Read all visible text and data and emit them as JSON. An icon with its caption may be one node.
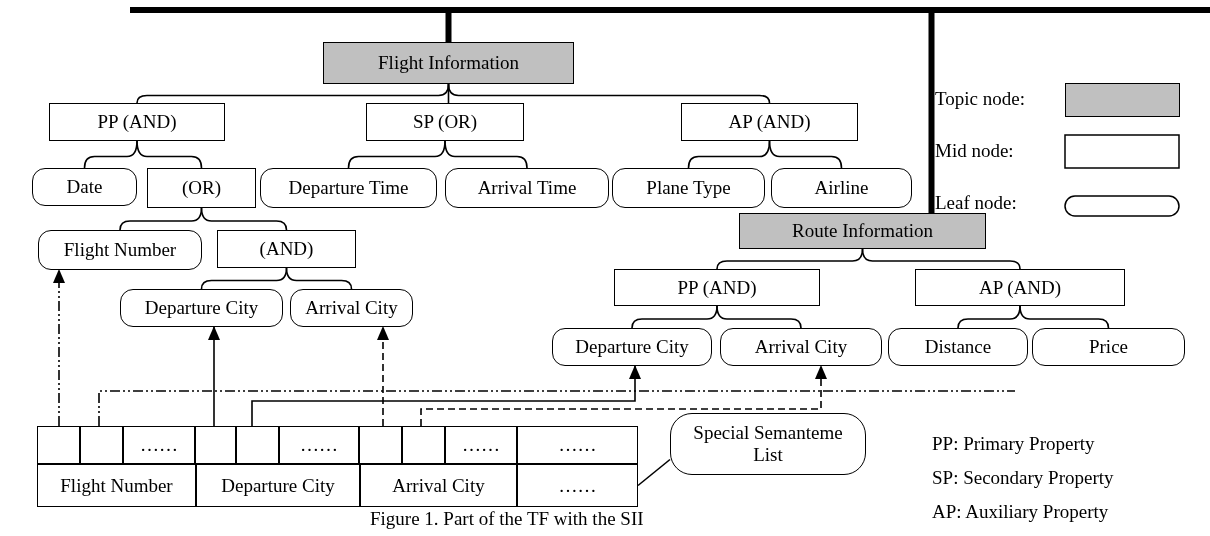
{
  "diagram": {
    "caption": "Figure 1. Part of the TF with the SII",
    "nodes": [
      {
        "text": [
          "Flight Information"
        ]
      },
      {
        "text": [
          "PP (AND)"
        ]
      },
      {
        "text": [
          "SP (OR)"
        ]
      },
      {
        "text": [
          "AP (AND)"
        ]
      },
      {
        "text": [
          "Date"
        ]
      },
      {
        "text": [
          "(OR)"
        ]
      },
      {
        "text": [
          "Departure Time"
        ]
      },
      {
        "text": [
          "Arrival Time"
        ]
      },
      {
        "text": [
          "Plane Type"
        ]
      },
      {
        "text": [
          "Airline"
        ]
      },
      {
        "text": [
          "Flight Number"
        ]
      },
      {
        "text": [
          "(AND)"
        ]
      },
      {
        "text": [
          "Departure City"
        ]
      },
      {
        "text": [
          "Arrival City"
        ]
      },
      {
        "text": [
          "Route Information"
        ]
      },
      {
        "text": [
          "PP (AND)"
        ]
      },
      {
        "text": [
          "AP (AND)"
        ]
      },
      {
        "text": [
          "Departure City"
        ]
      },
      {
        "text": [
          "Arrival City"
        ]
      },
      {
        "text": [
          "Distance"
        ]
      },
      {
        "text": [
          "Price"
        ]
      },
      {
        "text": [],
        "shape": "box"
      },
      {
        "text": [],
        "shape": "box"
      },
      {
        "text": [
          "……"
        ]
      },
      {
        "text": [],
        "shape": "box"
      },
      {
        "text": [],
        "shape": "box"
      },
      {
        "text": [
          "……"
        ]
      },
      {
        "text": [],
        "shape": "box"
      },
      {
        "text": [],
        "shape": "box"
      },
      {
        "text": [
          "……"
        ]
      },
      {
        "text": [
          "……"
        ]
      },
      {
        "text": [
          "Flight Number"
        ]
      },
      {
        "text": [
          "Departure City"
        ]
      },
      {
        "text": [
          "Arrival City"
        ]
      },
      {
        "text": [
          "……"
        ]
      },
      {
        "text": [
          "Special Semanteme List"
        ]
      },
      {
        "text": [],
        "shape": "bar"
      }
    ],
    "edges": [
      {
        "from": 0,
        "to": 1,
        "arrow": "none"
      },
      {
        "from": 0,
        "to": 2,
        "arrow": "none"
      },
      {
        "from": 0,
        "to": 3,
        "arrow": "none"
      },
      {
        "from": 1,
        "to": 4,
        "arrow": "none"
      },
      {
        "from": 1,
        "to": 5,
        "arrow": "none"
      },
      {
        "from": 2,
        "to": 6,
        "arrow": "none"
      },
      {
        "from": 2,
        "to": 7,
        "arrow": "none"
      },
      {
        "from": 3,
        "to": 8,
        "arrow": "none"
      },
      {
        "from": 3,
        "to": 9,
        "arrow": "none"
      },
      {
        "from": 5,
        "to": 10,
        "arrow": "none"
      },
      {
        "from": 5,
        "to": 11,
        "arrow": "none"
      },
      {
        "from": 11,
        "to": 12,
        "arrow": "none"
      },
      {
        "from": 11,
        "to": 13,
        "arrow": "none"
      },
      {
        "from": 14,
        "to": 15,
        "arrow": "none"
      },
      {
        "from": 14,
        "to": 16,
        "arrow": "none"
      },
      {
        "from": 15,
        "to": 17,
        "arrow": "none"
      },
      {
        "from": 15,
        "to": 18,
        "arrow": "none"
      },
      {
        "from": 16,
        "to": 19,
        "arrow": "none"
      },
      {
        "from": 16,
        "to": 20,
        "arrow": "none"
      },
      {
        "from": 21,
        "to": 10,
        "arrow": "to",
        "style": "dashed"
      },
      {
        "from": 22,
        "to": null,
        "arrow": "none",
        "style": "dashed"
      },
      {
        "from": 24,
        "to": 12,
        "arrow": "to"
      },
      {
        "from": 25,
        "to": 17,
        "arrow": "to"
      },
      {
        "from": 27,
        "to": 13,
        "arrow": "to",
        "style": "dashed"
      },
      {
        "from": 28,
        "to": 18,
        "arrow": "to",
        "style": "dashed"
      },
      {
        "from": 35,
        "to": 34,
        "arrow": "none"
      },
      {
        "from": 36,
        "to": 0,
        "arrow": "none",
        "style": "thick"
      },
      {
        "from": 36,
        "to": 14,
        "arrow": "none",
        "style": "thick"
      }
    ],
    "labels": [
      "PP: Primary Property",
      "SP: Secondary Property",
      "AP: Auxiliary Property"
    ],
    "legend": [
      {
        "text": "Topic node:",
        "color": "#c0c0c0"
      },
      {
        "text": "Mid node:"
      },
      {
        "text": "Leaf node:"
      }
    ]
  }
}
